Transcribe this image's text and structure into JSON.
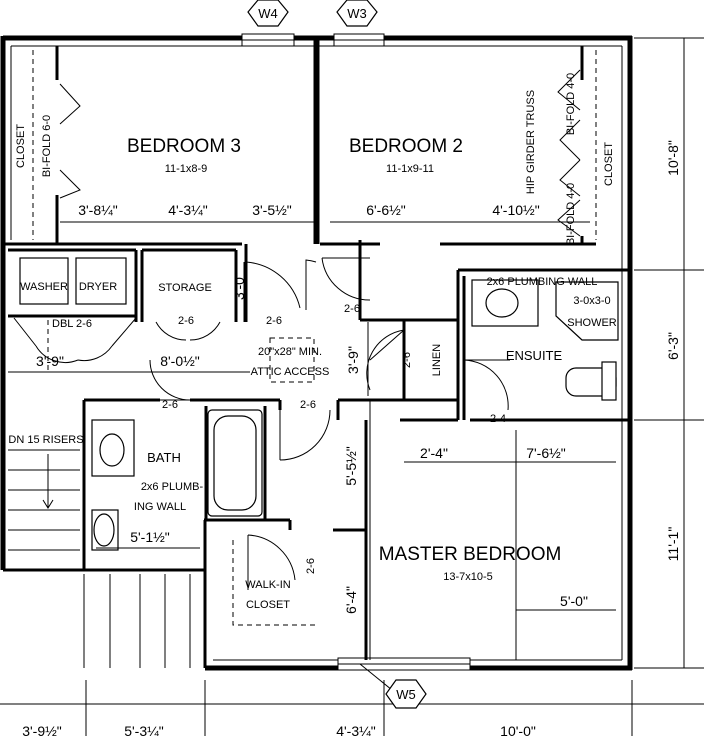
{
  "rooms": {
    "bedroom3": {
      "name": "BEDROOM 3",
      "size": "11-1x8-9"
    },
    "bedroom2": {
      "name": "BEDROOM 2",
      "size": "11-1x9-11"
    },
    "master": {
      "name": "MASTER BEDROOM",
      "size": "13-7x10-5"
    },
    "ensuite": "ENSUITE",
    "bath": "BATH",
    "storage": "STORAGE",
    "linen": "LINEN",
    "walkin": [
      "WALK-IN",
      "CLOSET"
    ],
    "closet_left": "CLOSET",
    "closet_right": "CLOSET"
  },
  "fixtures": {
    "washer": "WASHER",
    "dryer": "DRYER",
    "shower": [
      "3-0x3-0",
      "SHOWER"
    ],
    "bath_plumbing": [
      "2x6 PLUMB-",
      "ING WALL"
    ],
    "ensuite_plumbing": "2x6 PLUMBING WALL",
    "attic": [
      "20\"x28\" MIN.",
      "ATTIC ACCESS"
    ],
    "stairs": "DN 15 RISERS",
    "bifold_left": "BI-FOLD 6-0",
    "bifold_right_top": "BI-FOLD 4-0",
    "bifold_right_bottom": "BI-FOLD 4-0",
    "hip_truss": "HIP GIRDER TRUSS",
    "dbl_door": "DBL 2-6"
  },
  "windows": {
    "w3": "W3",
    "w4": "W4",
    "w5": "W5"
  },
  "doors": {
    "storage": "2-6",
    "bed3": "2-6",
    "bed2": "2-6",
    "bath_left": "2-6",
    "bath_right": "2-6",
    "linen": "2-6",
    "walkin": "2-6",
    "ensuite": "2-4"
  },
  "dimensions": {
    "bed_row": [
      "3'-8¼\"",
      "4'-3¼\"",
      "3'-5½\"",
      "6'-6½\"",
      "4'-10½\""
    ],
    "hall_row": [
      "3'-9\"",
      "8'-0½\""
    ],
    "storage_vert": "3'-0\"",
    "hall_vert": "3'-9\"",
    "master_row": [
      "2'-4\"",
      "7'-6½\""
    ],
    "bath_tub": "5'-1½\"",
    "master_vert_top": "5'-5½\"",
    "master_vert_bottom": "6'-4\"",
    "master_right": "5'-0\"",
    "right_side": [
      "10'-8\"",
      "6'-3\"",
      "11'-1\""
    ],
    "bottom_row": [
      "3'-9½\"",
      "5'-3¼\"",
      "4'-3¼\"",
      "10'-0\""
    ]
  }
}
